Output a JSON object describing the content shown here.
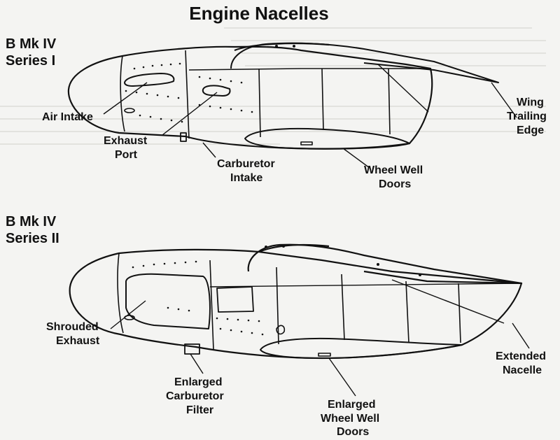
{
  "title": "Engine Nacelles",
  "series1": {
    "model": "B Mk IV",
    "series": "Series I",
    "labels": {
      "air_intake": "Air Intake",
      "exhaust_1": "Exhaust",
      "exhaust_2": "Port",
      "carb_1": "Carburetor",
      "carb_2": "Intake",
      "wheel_1": "Wheel Well",
      "wheel_2": "Doors",
      "wing_1": "Wing",
      "wing_2": "Trailing",
      "wing_3": "Edge"
    }
  },
  "series2": {
    "model": "B Mk IV",
    "series": "Series II",
    "labels": {
      "shroud_1": "Shrouded",
      "shroud_2": "Exhaust",
      "filter_1": "Enlarged",
      "filter_2": "Carburetor",
      "filter_3": "Filter",
      "wheel_1": "Enlarged",
      "wheel_2": "Wheel Well",
      "wheel_3": "Doors",
      "nacelle_1": "Extended",
      "nacelle_2": "Nacelle"
    }
  },
  "colors": {
    "ink": "#111111",
    "paper": "#f4f4f2",
    "bleed": "#c9c9c6"
  }
}
